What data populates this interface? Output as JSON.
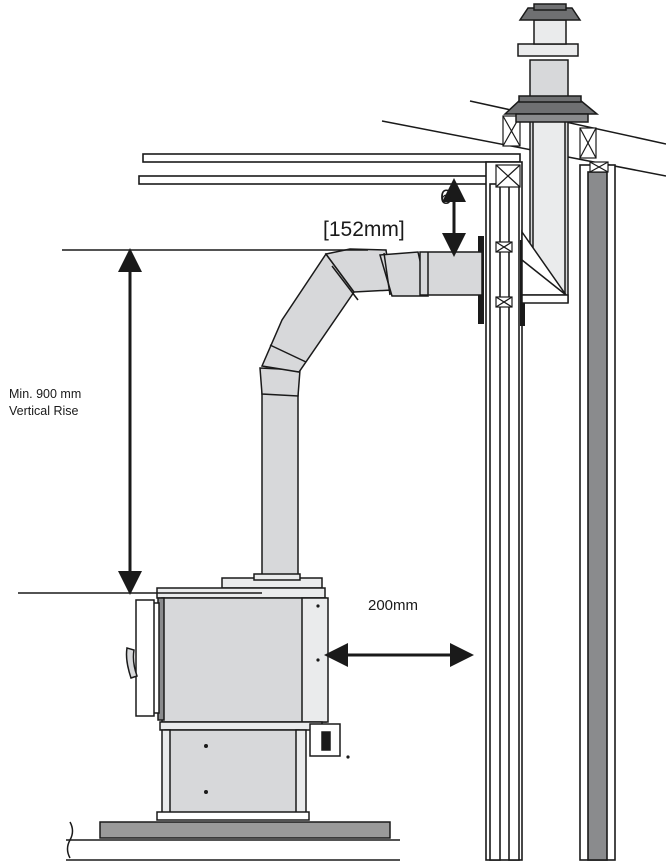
{
  "labels": {
    "clearance_inches": "6\"",
    "clearance_mm": "[152mm]",
    "rise_line1": "Min. 900 mm",
    "rise_line2": "Vertical Rise",
    "side_clearance": "200mm"
  },
  "colors": {
    "line": "#1a1a1a",
    "pipe_fill": "#d7d8da",
    "dark_fill": "#8a8b8d",
    "hearth_fill": "#9a9a9a",
    "cap_fill": "#6f7072"
  }
}
